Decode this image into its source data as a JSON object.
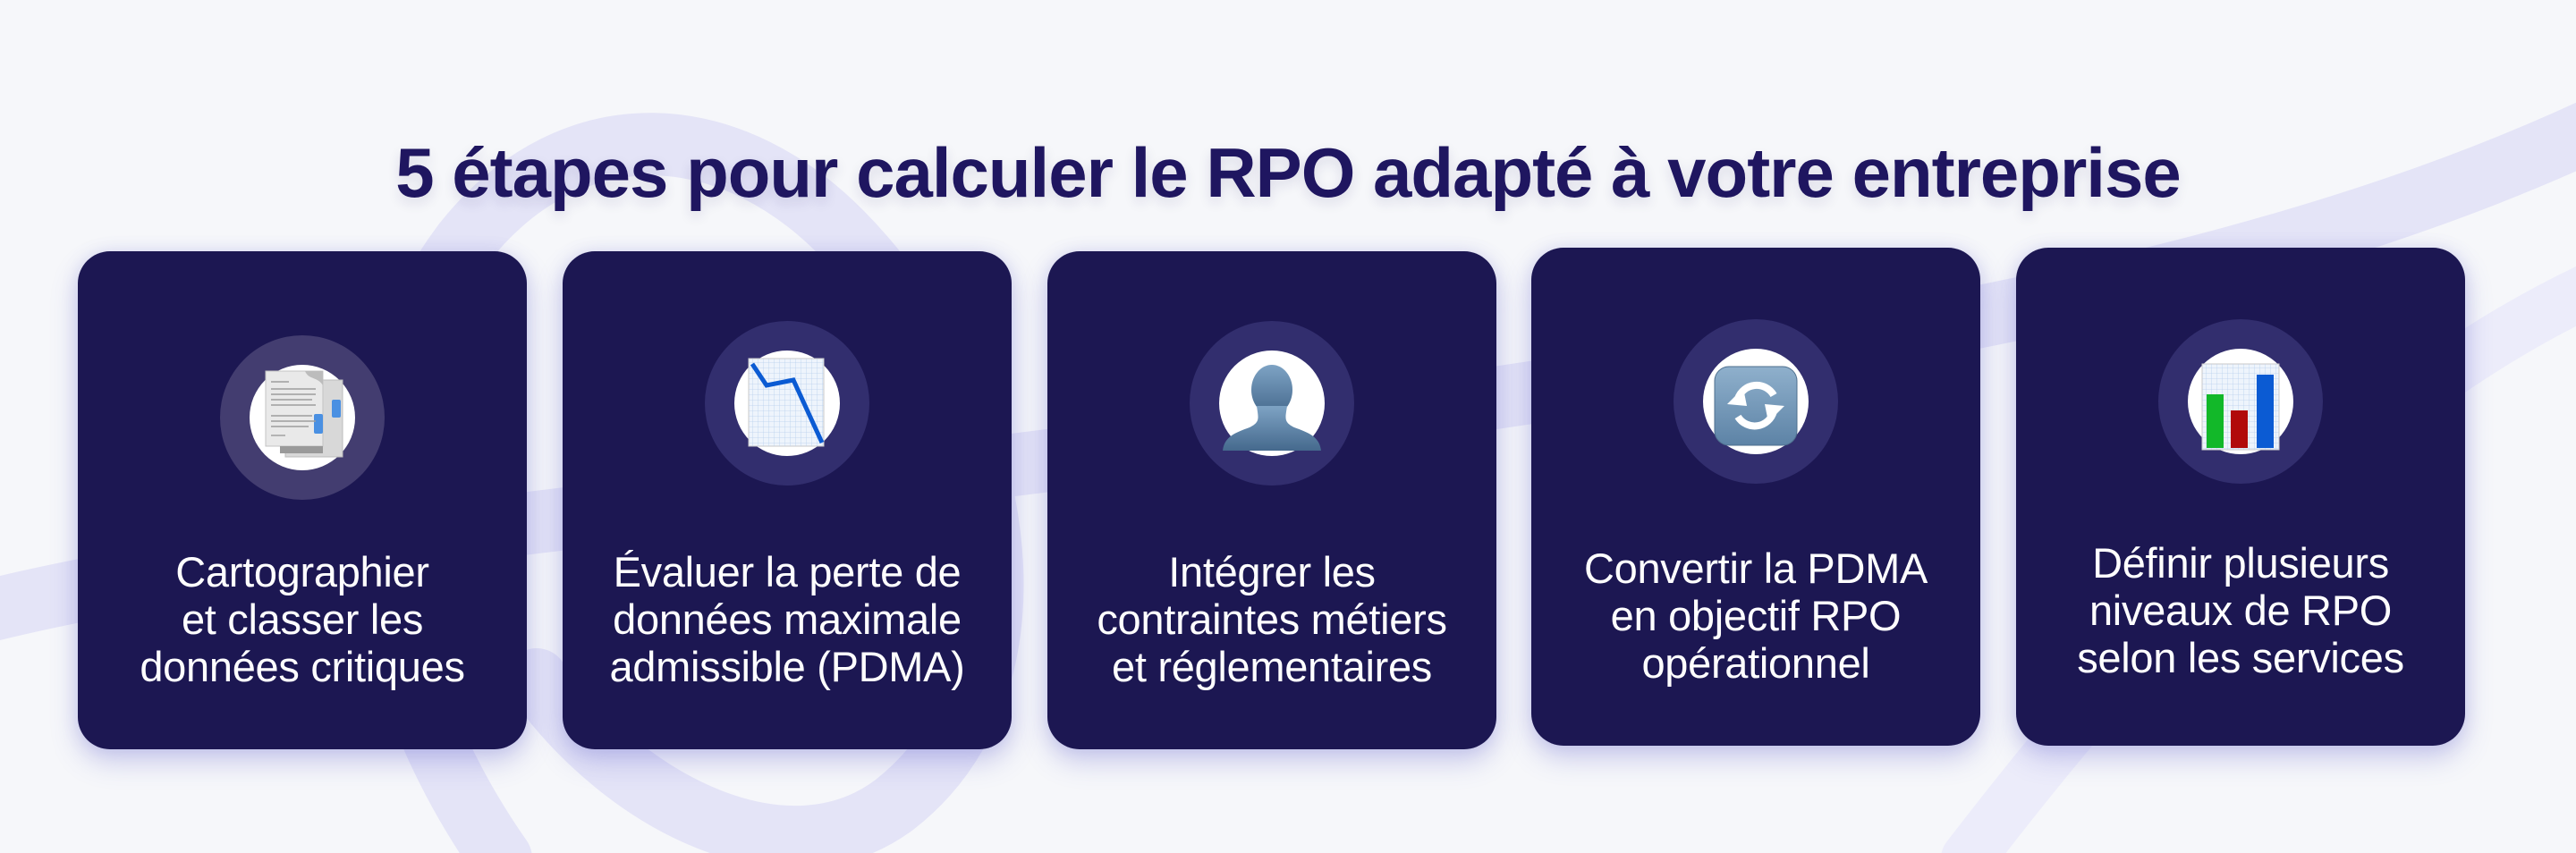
{
  "header": {
    "title_bold": "5 étapes",
    "title_rest": " pour calculer le RPO adapté à votre entreprise"
  },
  "colors": {
    "background": "#f6f7fa",
    "title": "#1f1660",
    "card": "#1c1752",
    "icon_ring": "#322e6e",
    "icon_ring_first": "#433d70",
    "decor": "#e4e4f7",
    "card_text": "#ffffff"
  },
  "steps": [
    {
      "icon": "documents-icon",
      "lines": [
        "Cartographier",
        "et classer les",
        "données critiques"
      ]
    },
    {
      "icon": "declining-line-chart-icon",
      "lines": [
        "Évaluer la perte de",
        "données maximale",
        "admissible (PDMA)"
      ]
    },
    {
      "icon": "user-silhouette-icon",
      "lines": [
        "Intégrer les",
        "contraintes métiers",
        "et réglementaires"
      ]
    },
    {
      "icon": "sync-arrows-icon",
      "lines": [
        "Convertir la PDMA",
        "en objectif RPO",
        "opérationnel"
      ]
    },
    {
      "icon": "bar-chart-icon",
      "lines": [
        "Définir plusieurs",
        "niveaux de RPO",
        "selon les services"
      ]
    }
  ]
}
